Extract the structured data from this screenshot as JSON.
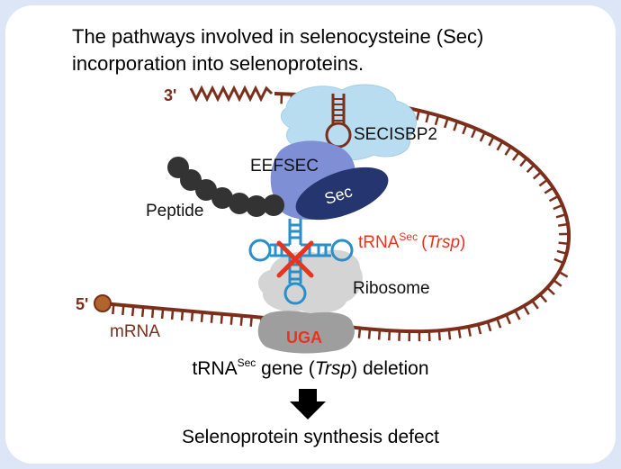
{
  "title_line1": "The pathways involved in selenocysteine (Sec)",
  "title_line2": "incorporation into selenoproteins.",
  "labels": {
    "three_prime": "3'",
    "five_prime": "5'",
    "secisbp2": "SECISBP2",
    "eefsec": "EEFSEC",
    "sec": "Sec",
    "peptide": "Peptide",
    "trna": "tRNA",
    "trna_sup": "Sec",
    "trna_gene_open": "(",
    "trsp": "Trsp",
    "trna_gene_close": ")",
    "ribosome": "Ribosome",
    "mrna": "mRNA",
    "uga": "UGA"
  },
  "caption1": {
    "prefix": "tRNA",
    "sup": "Sec",
    "middle": " gene (",
    "italic": "Trsp",
    "suffix": ") deletion"
  },
  "caption2": "Selenoprotein synthesis defect",
  "colors": {
    "mrna": "#7b2f1a",
    "secisbp2": "#b8dcf0",
    "eefsec": "#7f8fd6",
    "sec": "#25356f",
    "peptide": "#333333",
    "trna": "#2a8fc8",
    "deletion_cross": "#e8331f",
    "ribosome": "#c9c9c9",
    "uga_text": "#e8331f",
    "frame_bg": "#dde6f6"
  },
  "icons": {
    "down_arrow": "down-arrow-icon",
    "deletion": "cross-icon"
  }
}
